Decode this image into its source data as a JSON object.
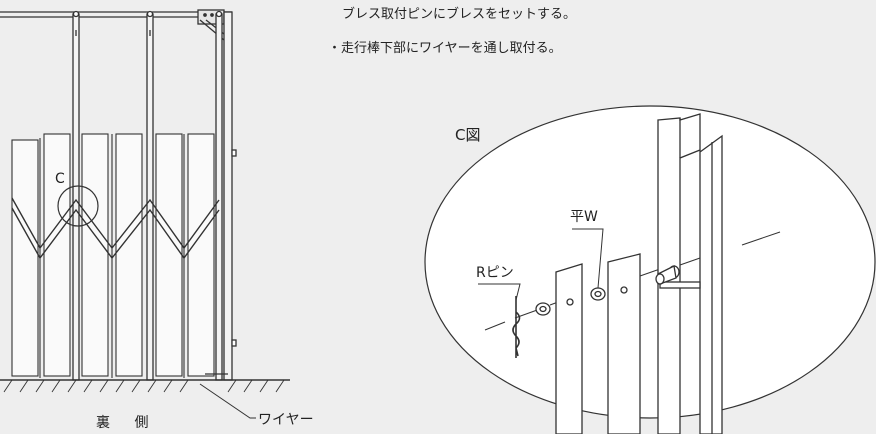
{
  "instructions": {
    "line1": "ブレス取付ピンにブレスをセットする。",
    "line2": "・走行棒下部にワイヤーを通し取付る。"
  },
  "left_view": {
    "detail_marker": "C",
    "caption": "裏 側",
    "wire_label": "ワイヤー"
  },
  "detail_view": {
    "title": "C図",
    "r_pin_label": "Rピン",
    "flat_washer_label": "平W"
  }
}
